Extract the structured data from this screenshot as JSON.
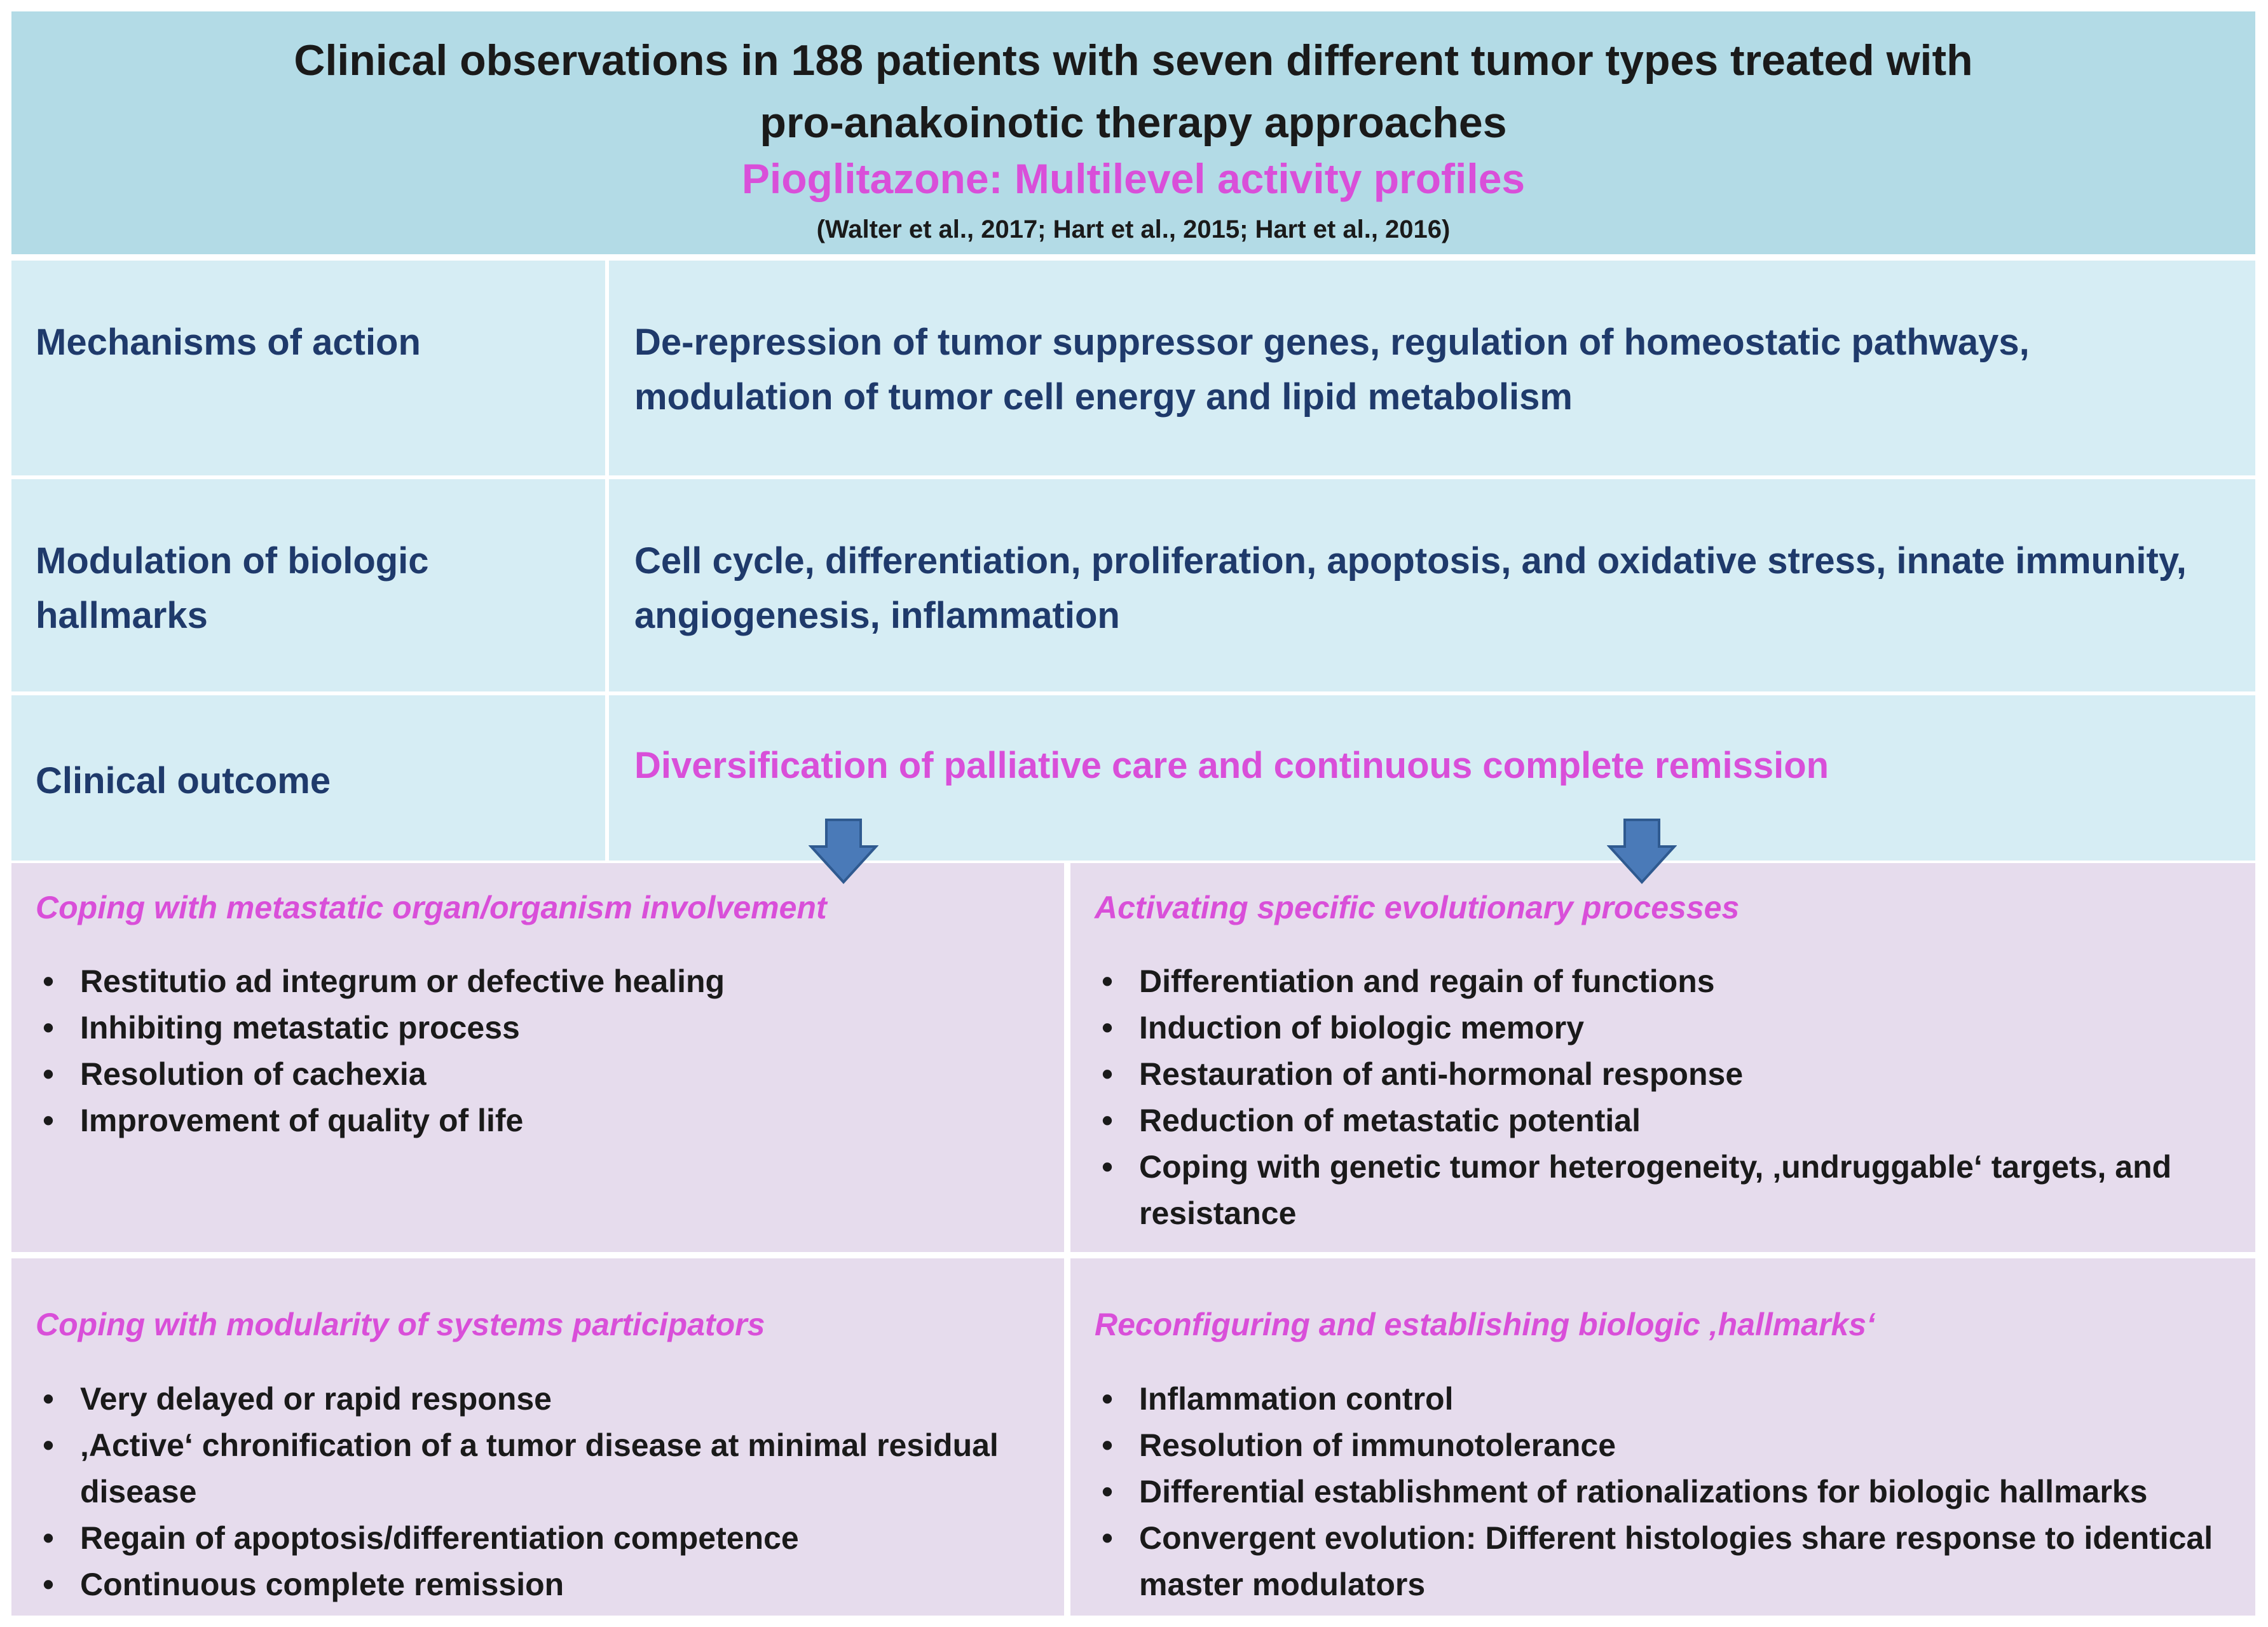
{
  "header": {
    "title_line1": "Clinical observations in 188 patients with seven different tumor types treated with",
    "title_line2": "pro-anakoinotic therapy approaches",
    "subtitle": "Pioglitazone: Multilevel activity profiles",
    "references": "(Walter et al., 2017; Hart et al., 2015; Hart et al., 2016)"
  },
  "rows": [
    {
      "label": "Mechanisms of action",
      "text": "De-repression of tumor suppressor genes, regulation of homeostatic pathways, modulation of tumor cell energy and lipid metabolism"
    },
    {
      "label": "Modulation of biologic hallmarks",
      "text": "Cell cycle, differentiation, proliferation, apoptosis, and oxidative stress, innate immunity, angiogenesis, inflammation"
    },
    {
      "label": "Clinical outcome",
      "text": "Diversification of palliative care and continuous complete remission"
    }
  ],
  "panels": [
    {
      "title": "Coping with metastatic organ/organism involvement",
      "items": [
        "Restitutio ad integrum or defective healing",
        "Inhibiting metastatic process",
        "Resolution of cachexia",
        "Improvement of quality of life"
      ]
    },
    {
      "title": "Activating specific evolutionary processes",
      "items": [
        "Differentiation and regain of functions",
        "Induction of biologic memory",
        "Restauration of anti-hormonal  response",
        "Reduction of metastatic potential",
        "Coping with genetic tumor heterogeneity, ‚undruggable‘ targets, and resistance"
      ]
    },
    {
      "title": "Coping with modularity of systems participators",
      "items": [
        "Very delayed or rapid response",
        "‚Active‘ chronification of a tumor disease at minimal residual disease",
        "Regain of apoptosis/differentiation competence",
        "Continuous complete remission"
      ]
    },
    {
      "title": "Reconfiguring and establishing biologic ‚hallmarks‘",
      "items": [
        "Inflammation control",
        "Resolution of immunotolerance",
        "Differential establishment of  rationalizations for biologic hallmarks",
        "Convergent evolution: Different histologies share response to identical master modulators"
      ]
    }
  ],
  "bullet_symbol": "•",
  "colors": {
    "header_bg": "#b3dbe6",
    "row_bg": "#d6edf4",
    "panel_bg": "#e6dced",
    "row_text": "#1f3a6b",
    "accent_pink": "#d94fd9",
    "arrow": "#4a7ab8"
  }
}
